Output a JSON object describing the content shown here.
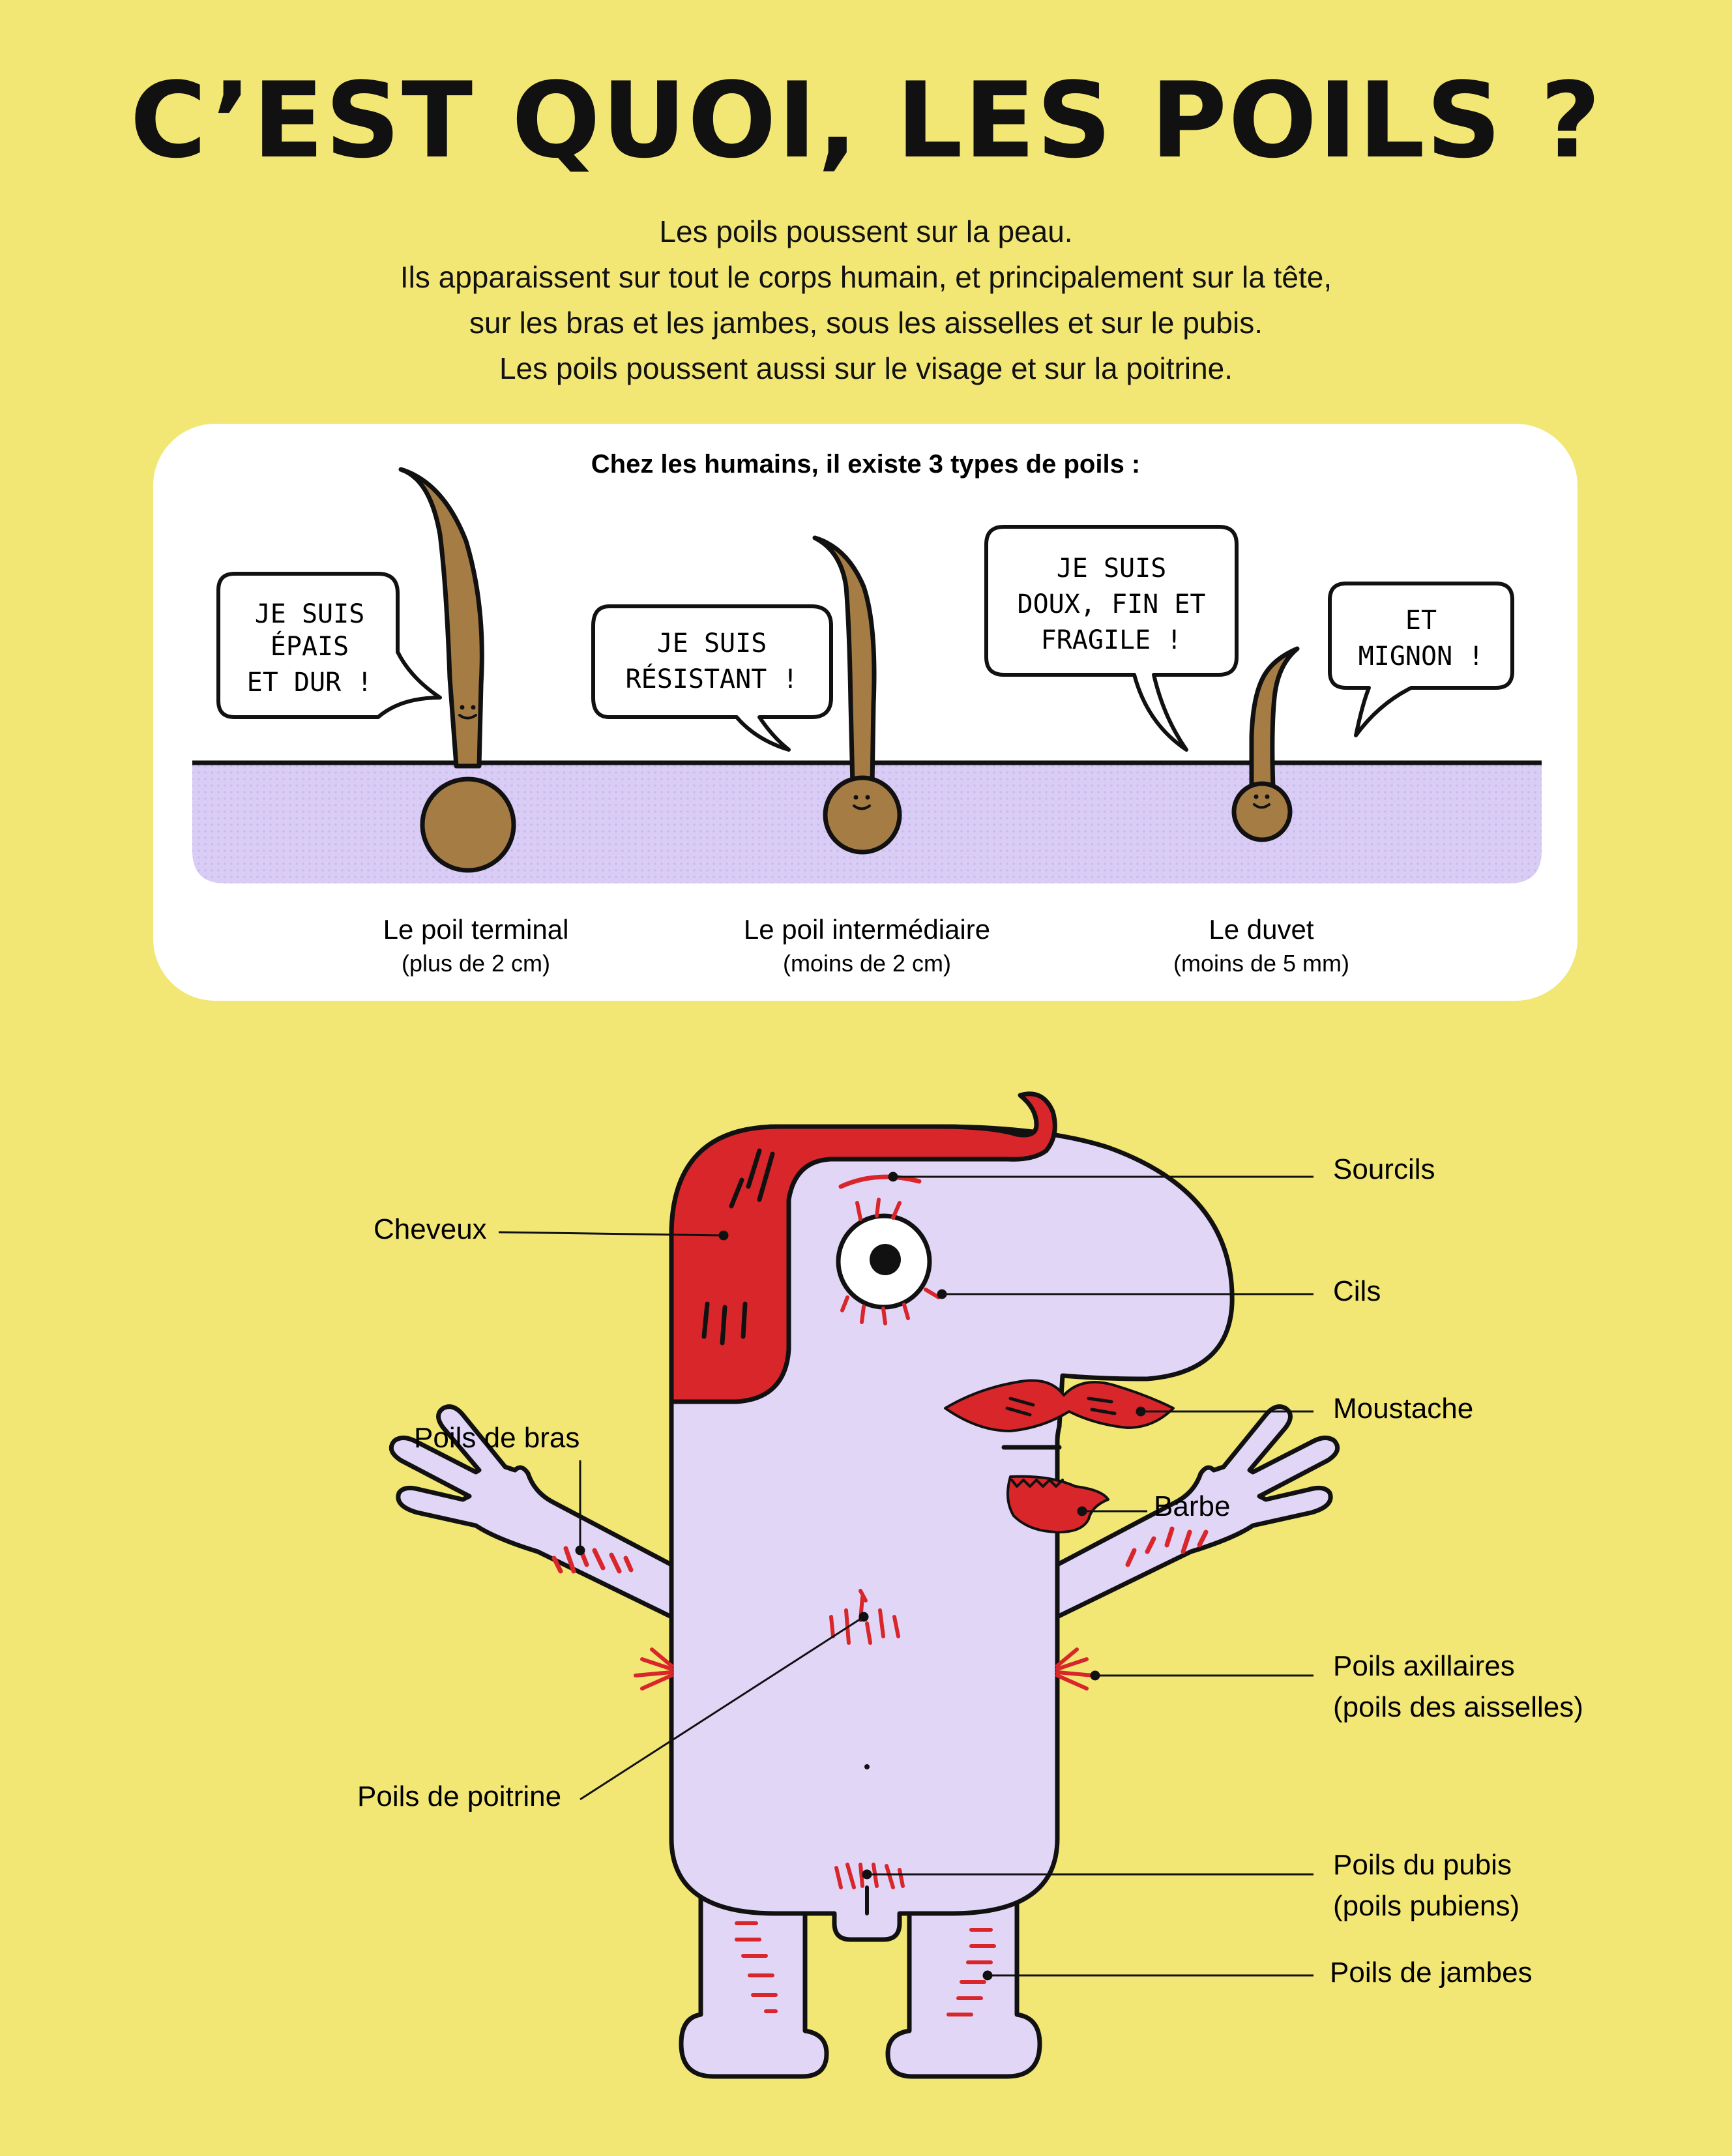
{
  "title": "C’EST QUOI, LES POILS ?",
  "intro": [
    "Les poils poussent sur la peau.",
    "Ils apparaissent sur tout le corps humain, et principalement sur la tête,",
    "sur les bras et les jambes, sous les aisselles et sur le pubis.",
    "Les poils poussent aussi sur le visage et sur la poitrine."
  ],
  "panel": {
    "heading": "Chez les humains, il existe 3 types de poils :",
    "bubbles": {
      "terminal": [
        "JE SUIS",
        "ÉPAIS",
        "ET DUR !"
      ],
      "intermediaire": [
        "JE SUIS",
        "RÉSISTANT !"
      ],
      "duvet_1": [
        "JE SUIS",
        "DOUX, FIN ET",
        "FRAGILE !"
      ],
      "duvet_2": [
        "ET",
        "MIGNON !"
      ]
    },
    "types": [
      {
        "name": "Le poil terminal",
        "size": "(plus de 2 cm)"
      },
      {
        "name": "Le poil intermédiaire",
        "size": "(moins de 2 cm)"
      },
      {
        "name": "Le duvet",
        "size": "(moins de 5 mm)"
      }
    ]
  },
  "labels": {
    "sourcils": "Sourcils",
    "cheveux": "Cheveux",
    "cils": "Cils",
    "moustache": "Moustache",
    "poils_bras": "Poils de bras",
    "barbe": "Barbe",
    "axillaires_1": "Poils axillaires",
    "axillaires_2": "(poils des aisselles)",
    "poitrine": "Poils de poitrine",
    "pubis_1": "Poils du pubis",
    "pubis_2": "(poils pubiens)",
    "jambes": "Poils de jambes"
  },
  "colors": {
    "background": "#F2E774",
    "skin": "#E2D6F7",
    "hair_red": "#D8262B",
    "hair_brown": "#A67C45",
    "outline": "#111111"
  }
}
